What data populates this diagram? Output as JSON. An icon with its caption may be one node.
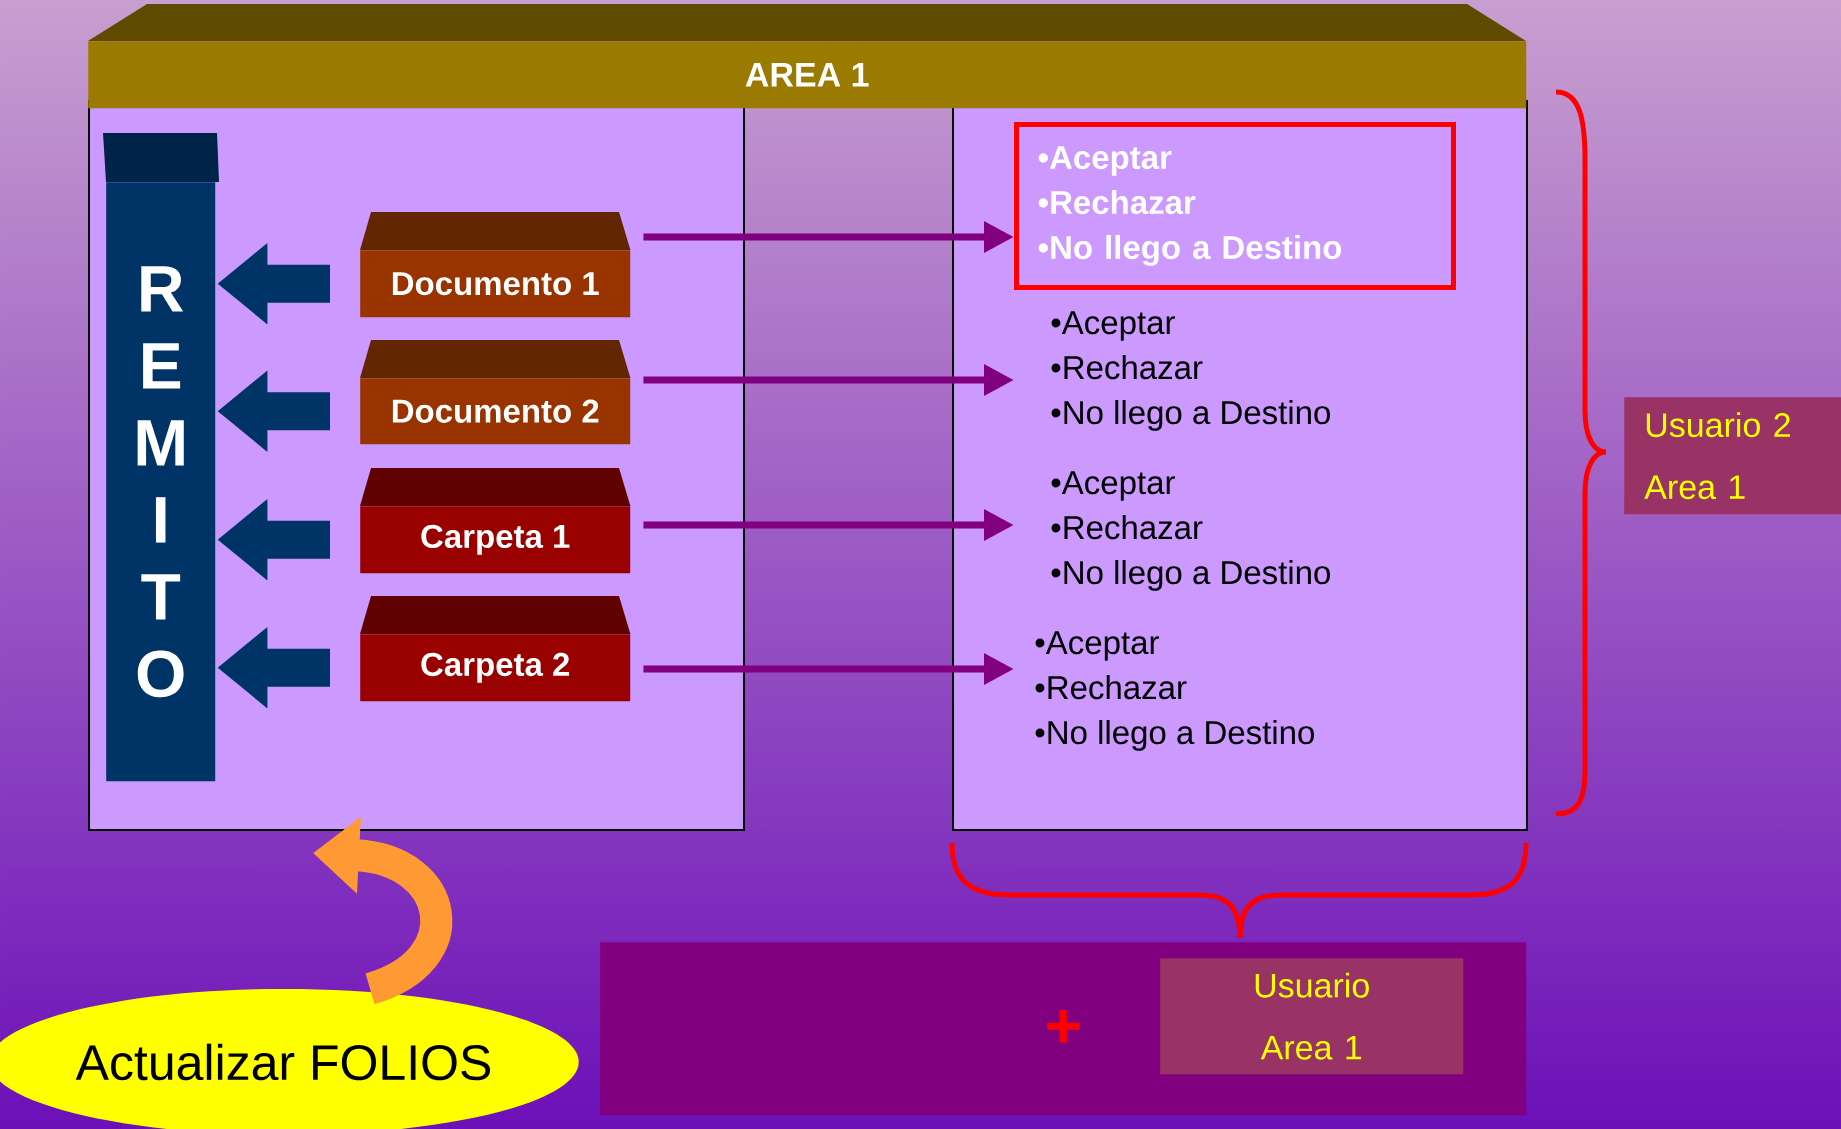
{
  "diagram": {
    "nodes": [
      {
        "text": [
          "AREA 1"
        ]
      },
      {
        "text": [],
        "shape": "box"
      },
      {
        "text": [],
        "shape": "box"
      },
      {
        "text": [
          "REMITO"
        ],
        "in": 1
      },
      {
        "text": [
          "Documento 1"
        ],
        "in": 1
      },
      {
        "text": [
          "Documento 2"
        ],
        "in": 1
      },
      {
        "text": [
          "Carpeta 1"
        ],
        "in": 1
      },
      {
        "text": [
          "Carpeta 2"
        ],
        "in": 1
      },
      {
        "text": [
          "•Aceptar",
          "•Rechazar",
          "•No llego a Destino"
        ],
        "in": 2
      },
      {
        "text": [
          "•Aceptar",
          "•Rechazar",
          "•No llego a Destino"
        ],
        "in": 2
      },
      {
        "text": [
          "•Aceptar",
          "•Rechazar",
          "•No llego a Destino"
        ],
        "in": 2
      },
      {
        "text": [
          "•Aceptar",
          "•Rechazar",
          "•No llego a Destino"
        ],
        "in": 2
      },
      {
        "text": [
          "Usuario 2 Area 1"
        ]
      },
      {
        "text": [
          "+"
        ]
      },
      {
        "text": [
          "Usuario Area 1"
        ],
        "in": 13
      },
      {
        "text": [
          "Actualizar FOLIOS"
        ]
      }
    ],
    "edges": [
      {
        "from": 4,
        "to": 3,
        "arrow": "to",
        "color": "#003366"
      },
      {
        "from": 5,
        "to": 3,
        "arrow": "to",
        "color": "#003366"
      },
      {
        "from": 6,
        "to": 3,
        "arrow": "to",
        "color": "#003366"
      },
      {
        "from": 7,
        "to": 3,
        "arrow": "to",
        "color": "#003366"
      },
      {
        "from": 4,
        "to": 8,
        "arrow": "to",
        "color": "#800080"
      },
      {
        "from": 5,
        "to": 9,
        "arrow": "to",
        "color": "#800080"
      },
      {
        "from": 6,
        "to": 10,
        "arrow": "to",
        "color": "#800080"
      },
      {
        "from": 7,
        "to": 11,
        "arrow": "to",
        "color": "#800080"
      },
      {
        "from": 15,
        "to": 1,
        "arrow": "to",
        "color": "#ff9933"
      }
    ]
  }
}
